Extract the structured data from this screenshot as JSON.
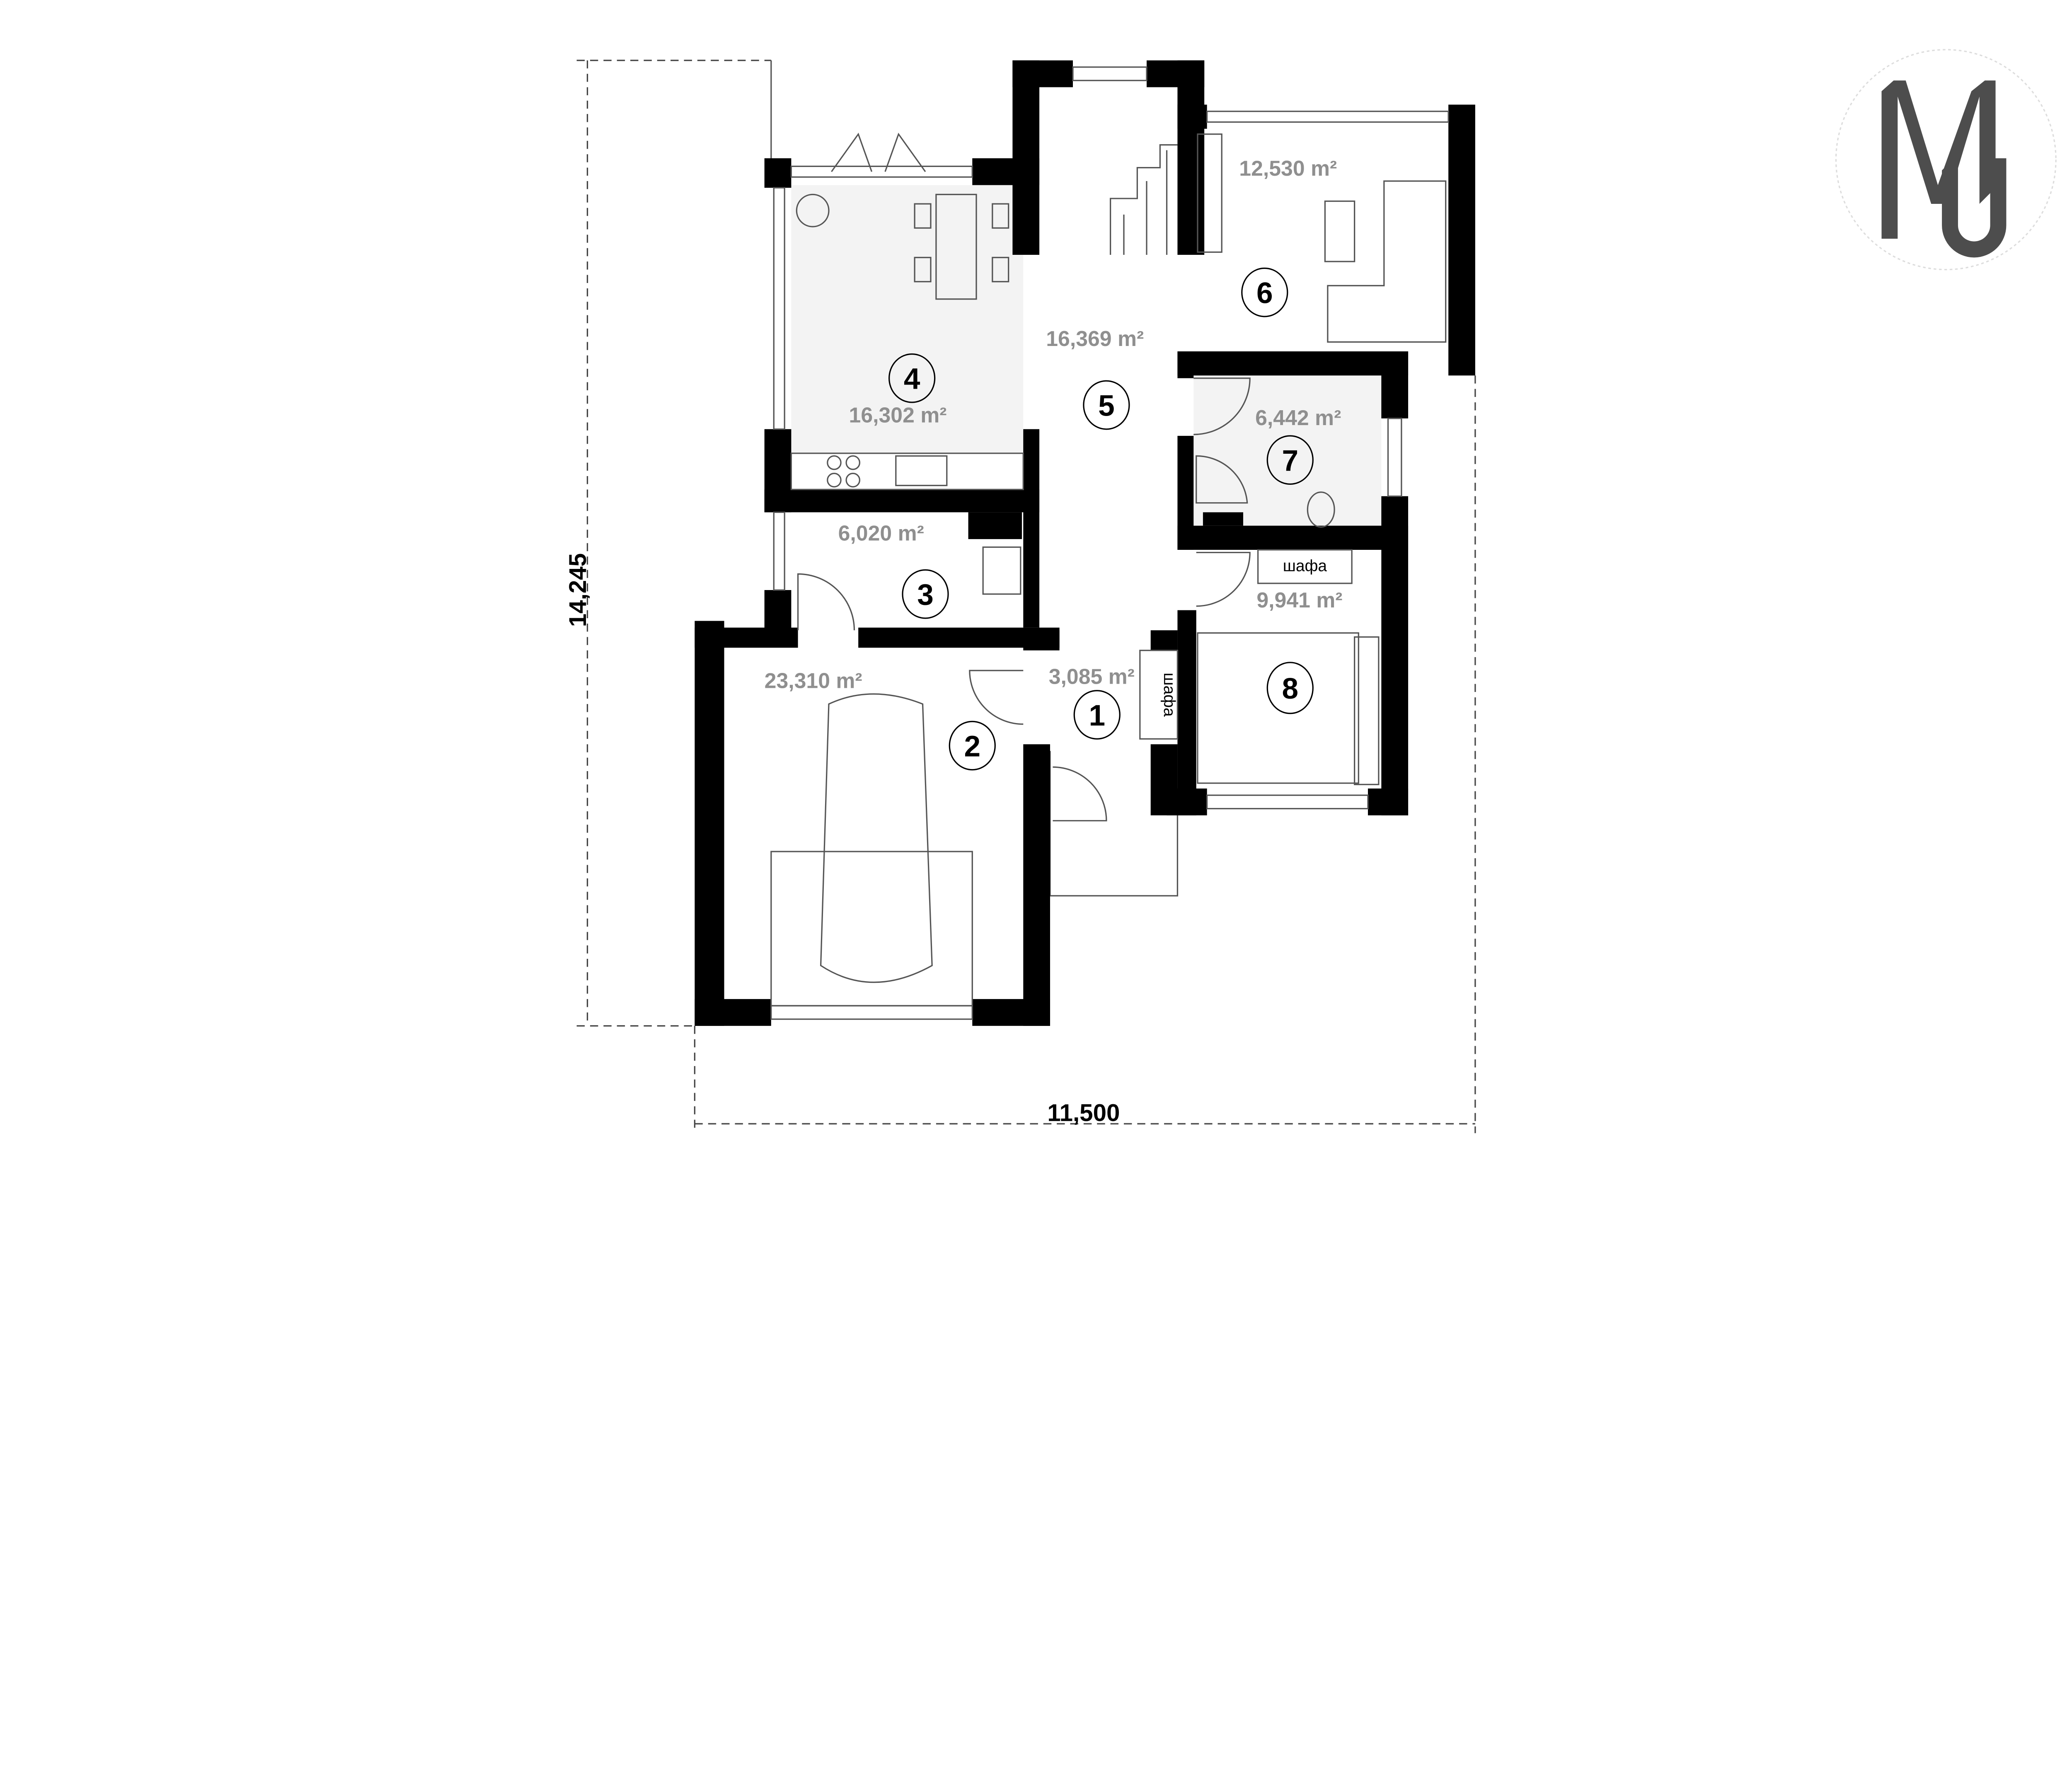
{
  "plan": {
    "dimensions": {
      "height_label": "14,245",
      "width_label": "11,500"
    },
    "rooms": [
      {
        "number": "1",
        "area": "3,085 m²"
      },
      {
        "number": "2",
        "area": "23,310 m²"
      },
      {
        "number": "3",
        "area": "6,020 m²"
      },
      {
        "number": "4",
        "area": "16,302 m²"
      },
      {
        "number": "5",
        "area": "16,369 m²"
      },
      {
        "number": "6",
        "area": "12,530 m²"
      },
      {
        "number": "7",
        "area": "6,442 m²"
      },
      {
        "number": "8",
        "area": "9,941 m²"
      }
    ],
    "wardrobe_label": "шафа"
  },
  "logo": {
    "text": "MU",
    "color": "#4d4d4d"
  }
}
